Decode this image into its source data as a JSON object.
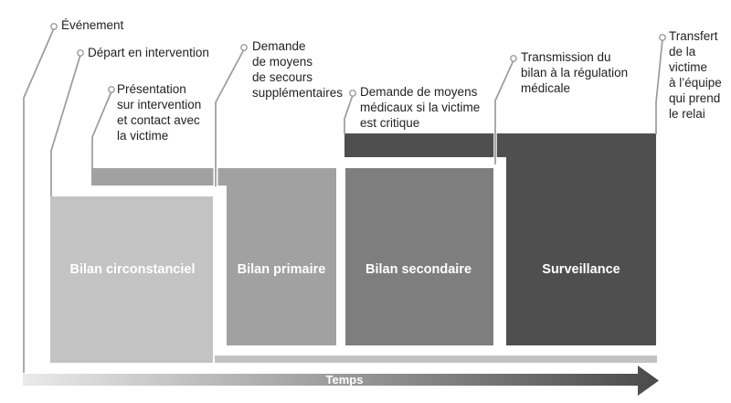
{
  "diagram": {
    "description": "Chronologie des bilans de secourisme",
    "events": [
      {
        "id": "evenement",
        "label": "Événement"
      },
      {
        "id": "depart",
        "label": "Départ en intervention"
      },
      {
        "id": "presentation",
        "label": "Présentation\nsur intervention\net contact avec\nla victime"
      },
      {
        "id": "demande-secours",
        "label": "Demande\nde moyens\nde secours\nsupplémentaires"
      },
      {
        "id": "demande-medicaux",
        "label": "Demande de moyens\nmédicaux si la victime\nest critique"
      },
      {
        "id": "transmission",
        "label": "Transmission du\nbilan à la régulation\nmédicale"
      },
      {
        "id": "transfert",
        "label": "Transfert\nde la\nvictime\nà l’équipe\nqui prend\nle relai"
      }
    ],
    "phases": [
      {
        "id": "bilan-circonstanciel",
        "label": "Bilan circonstanciel",
        "color": "#c3c3c3"
      },
      {
        "id": "bilan-primaire",
        "label": "Bilan primaire",
        "color": "#a1a1a1"
      },
      {
        "id": "bilan-secondaire",
        "label": "Bilan secondaire",
        "color": "#7e7e7e"
      },
      {
        "id": "surveillance",
        "label": "Surveillance",
        "color": "#4f4f4f"
      }
    ],
    "time_axis": {
      "label": "Temps"
    },
    "colors": {
      "continuation_band": "#c3c3c3",
      "leader_line": "#9b9b9b",
      "label_text": "#1f1f1f",
      "phase_label_text": "#ffffff",
      "arrow_gradient_start": "#eaeaea",
      "arrow_gradient_end": "#4a4a4a"
    }
  }
}
